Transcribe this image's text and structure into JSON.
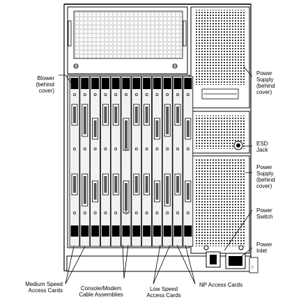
{
  "callouts": {
    "blower": "Blower\n(behind\ncover)",
    "power_supply_top": "Power\nSupply\n(behind\ncover)",
    "esd_jack": "ESD\nJack",
    "power_supply_bottom": "Power\nSupply\n(behind\ncover)",
    "power_switch": "Power\nSwitch",
    "power_inlet": "Power\nInlet",
    "medium_speed": "Medium Speed\nAccess Cards",
    "console_modem": "Console/Modem\nCable Assemblies",
    "low_speed": "Low Speed\nAccess Cards",
    "np_access": "NP Access Cards"
  },
  "diagram": {
    "slot_count": 12,
    "vent_color": "#000000",
    "line_color": "#000000",
    "panel_fill": "#ffffff",
    "card_fill": "#f2f2f2"
  }
}
